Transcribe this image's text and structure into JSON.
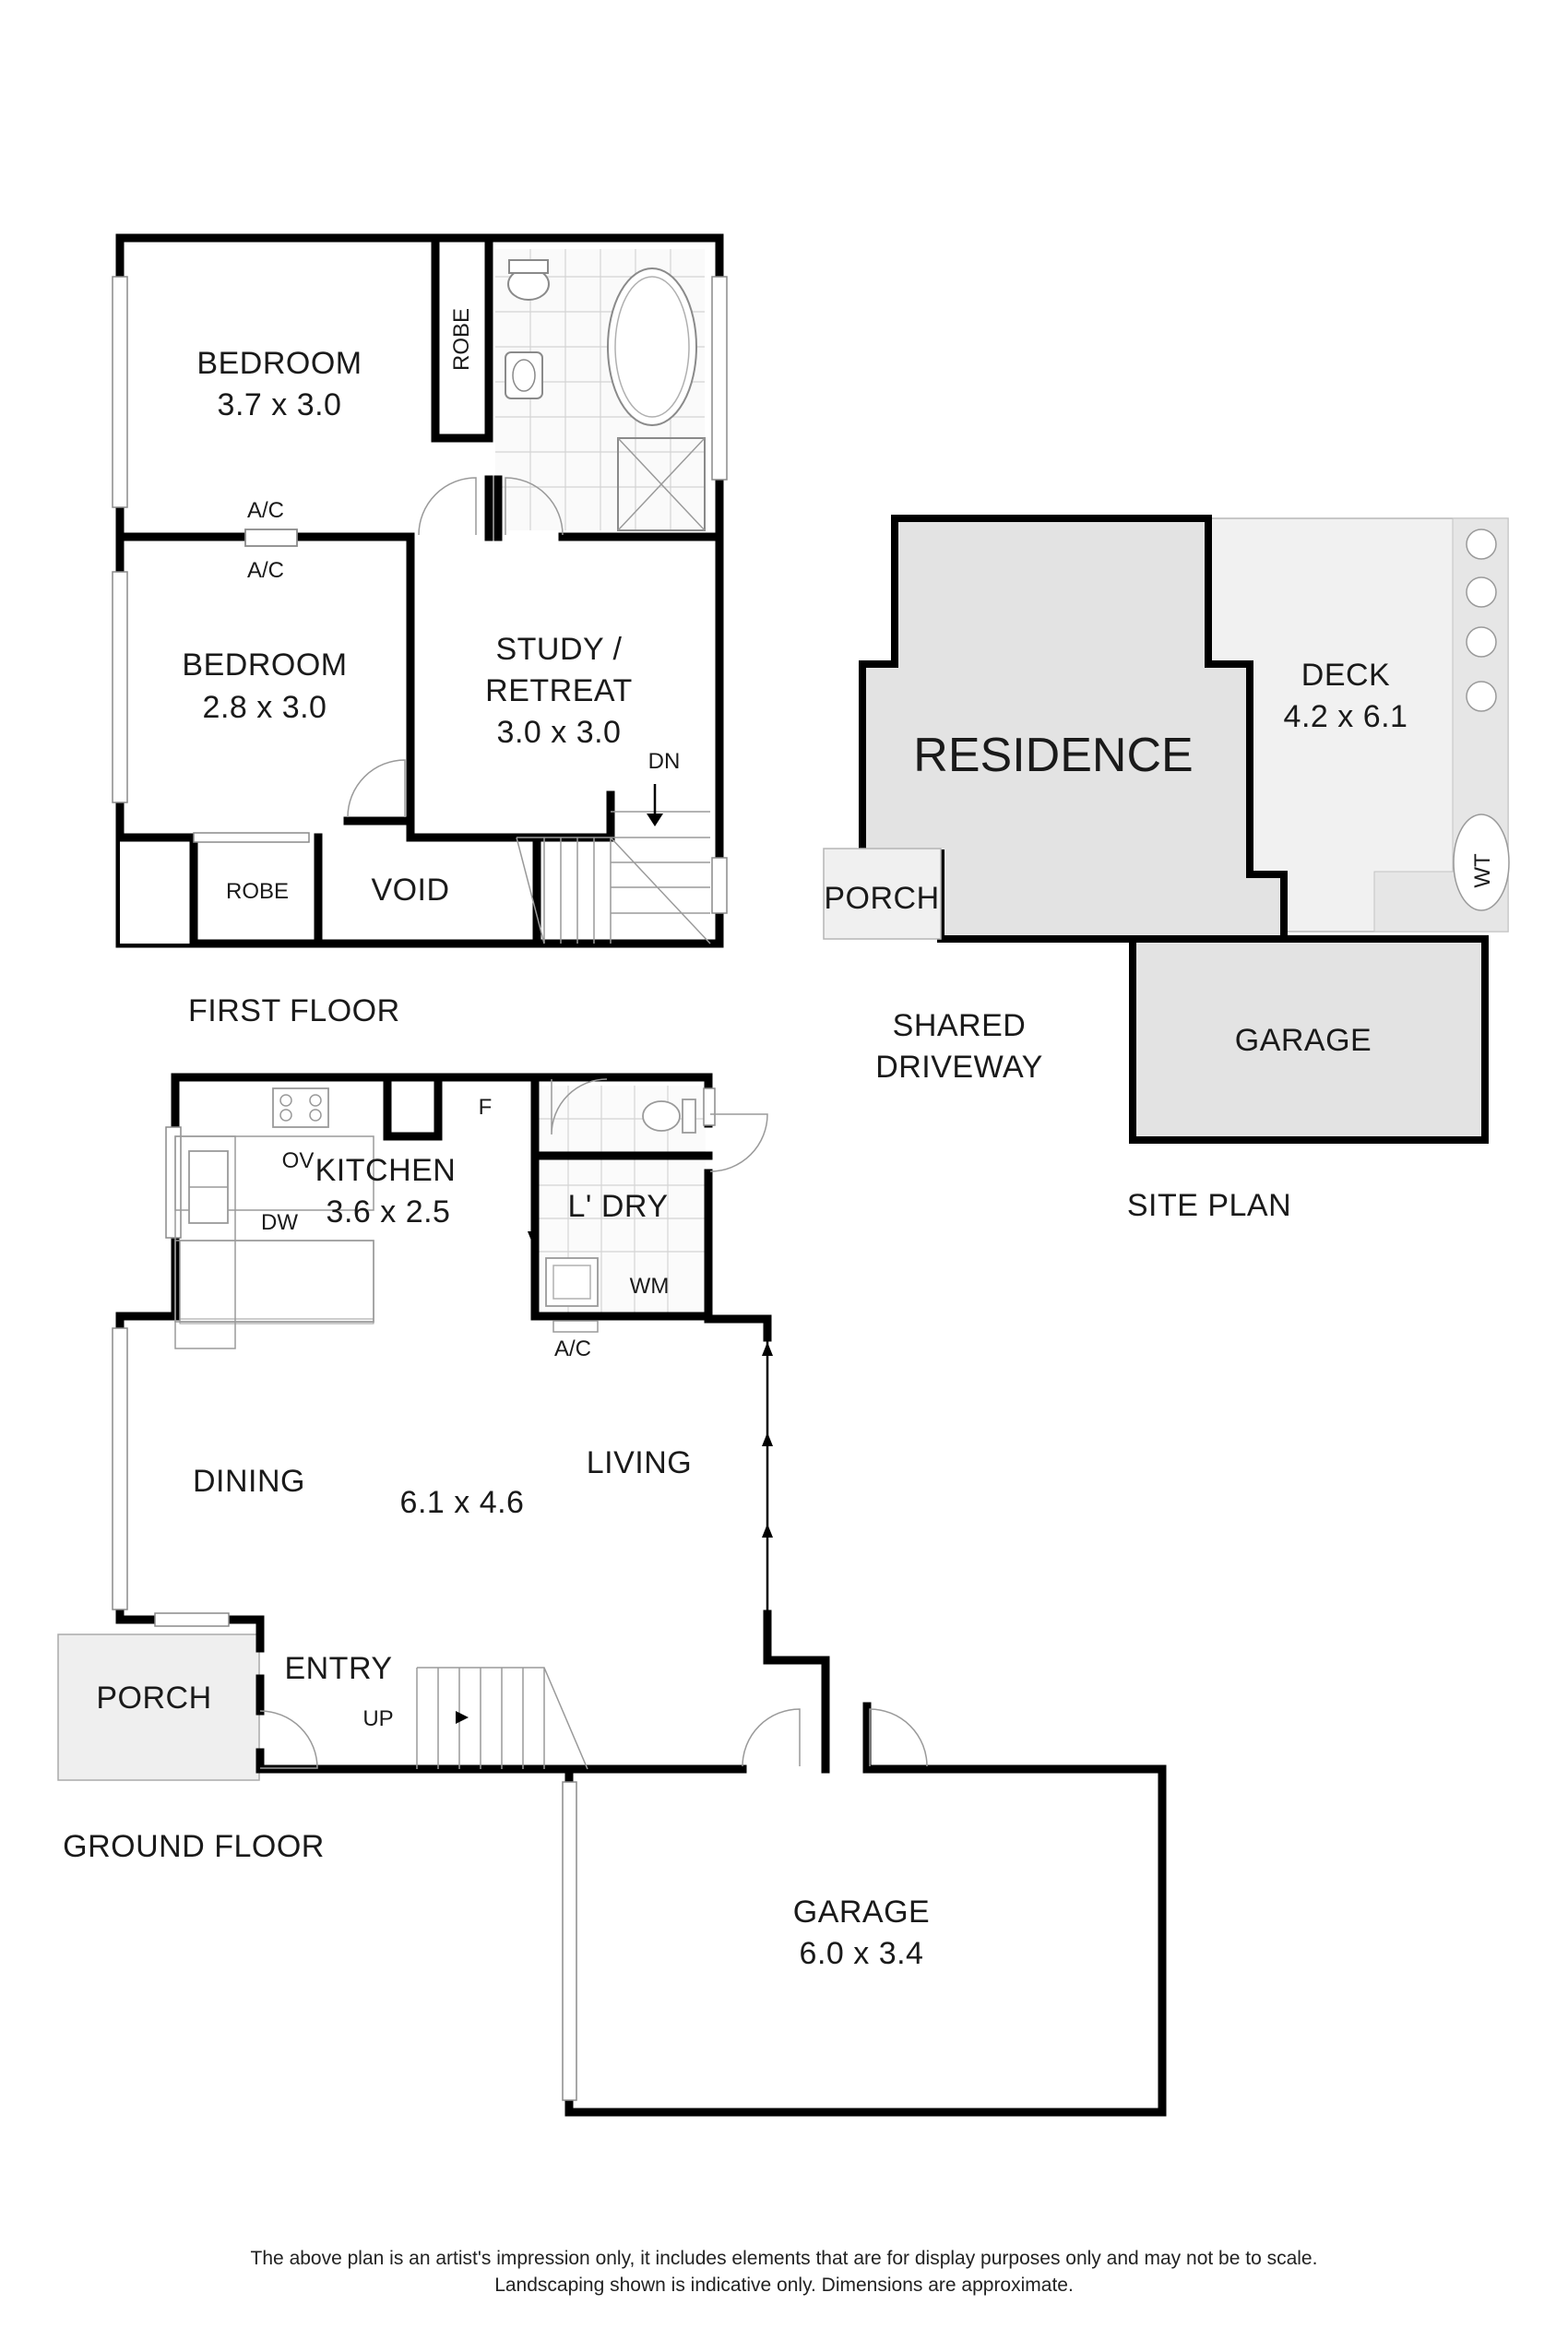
{
  "first_floor": {
    "title": "FIRST FLOOR",
    "bedroom1": {
      "name": "BEDROOM",
      "dims": "3.7 x 3.0"
    },
    "bedroom2": {
      "name": "BEDROOM",
      "dims": "2.8 x 3.0"
    },
    "robe_top": "ROBE",
    "robe_bottom": "ROBE",
    "void": "VOID",
    "study": {
      "name_line1": "STUDY /",
      "name_line2": "RETREAT",
      "dims": "3.0 x 3.0"
    },
    "ac_upper": "A/C",
    "ac_lower": "A/C",
    "stair_dn": "DN"
  },
  "ground_floor": {
    "title": "GROUND FLOOR",
    "kitchen": {
      "name": "KITCHEN",
      "dims": "3.6 x 2.5"
    },
    "ov": "OV",
    "dw": "DW",
    "fridge": "F",
    "laundry": "L' DRY",
    "wm": "WM",
    "ac": "A/C",
    "dining": "DINING",
    "living": "LIVING",
    "living_dims": "6.1 x 4.6",
    "entry": "ENTRY",
    "stair_up": "UP",
    "porch": "PORCH",
    "garage": {
      "name": "GARAGE",
      "dims": "6.0 x 3.4"
    }
  },
  "site_plan": {
    "title": "SITE PLAN",
    "residence": "RESIDENCE",
    "deck": {
      "name": "DECK",
      "dims": "4.2 x 6.1"
    },
    "wt": "WT",
    "porch": "PORCH",
    "garage": "GARAGE",
    "driveway_line1": "SHARED",
    "driveway_line2": "DRIVEWAY"
  },
  "disclaimer": {
    "line1": "The above plan is an artist's impression only, it includes elements that are for display purposes only and may not be to scale.",
    "line2": "Landscaping shown is indicative only. Dimensions are approximate."
  },
  "colors": {
    "wall": "#000000",
    "site_fill": "#e3e3e3",
    "porch_fill": "#efefef",
    "deck_fill": "#f1f1f1"
  }
}
